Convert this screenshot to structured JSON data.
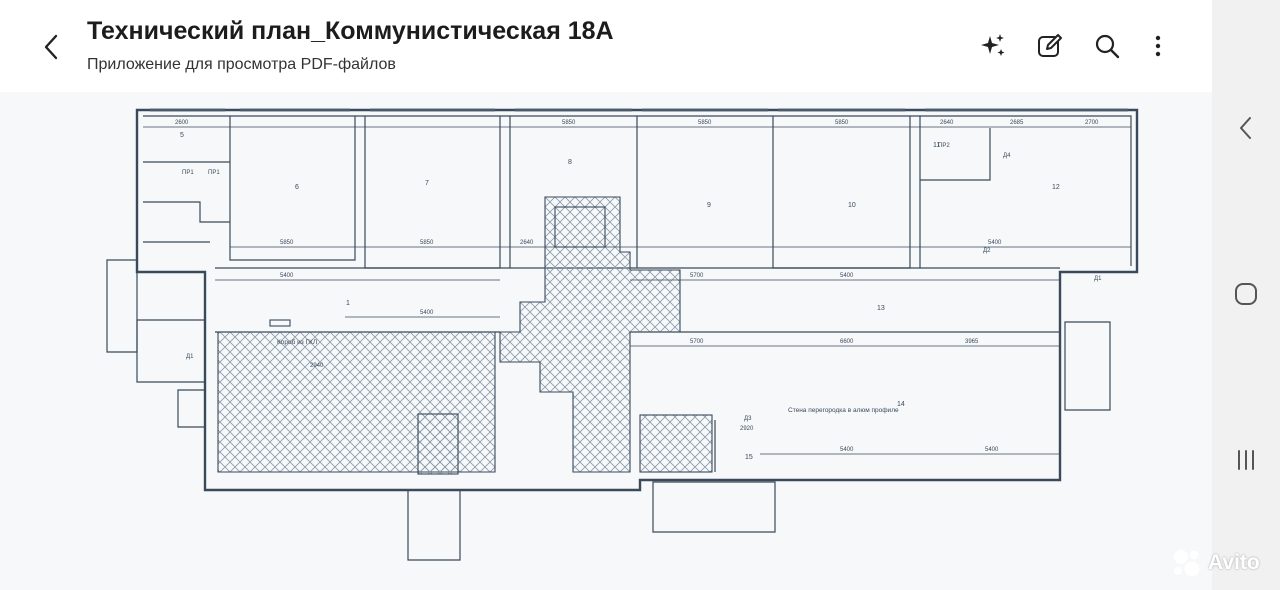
{
  "header": {
    "title": "Технический план_Коммунистическая 18А",
    "subtitle": "Приложение для просмотра PDF-файлов"
  },
  "icons": {
    "back": "chevron-left-icon",
    "ai": "sparkle-icon",
    "edit": "edit-icon",
    "search": "search-icon",
    "more": "more-vertical-icon"
  },
  "plan": {
    "dims_top": [
      "2600",
      "5850",
      "5850",
      "5850",
      "5850",
      "2640",
      "2685",
      "2700"
    ],
    "dims_middle": [
      "5700",
      "5850",
      "5400",
      "5400",
      "2640",
      "5400",
      "5700",
      "5400",
      "6600",
      "3965"
    ],
    "dims_lower": [
      "5400",
      "5400",
      "2940",
      "2920"
    ],
    "rooms": [
      "5",
      "6",
      "7",
      "8",
      "9",
      "10",
      "11",
      "12",
      "13",
      "14",
      "15",
      "1"
    ],
    "doors": [
      "ПР1",
      "ПР1",
      "ПР2",
      "Д1",
      "Д1",
      "Д2",
      "Д3",
      "Д4"
    ],
    "notes": [
      "Короб из ГКЛ",
      "Стена перегородка в алюм профиле"
    ]
  },
  "watermark": "Avito",
  "colors": {
    "line": "#3a4a5a",
    "hatch": "#8a9aaa",
    "bg": "#f6f8fa"
  }
}
